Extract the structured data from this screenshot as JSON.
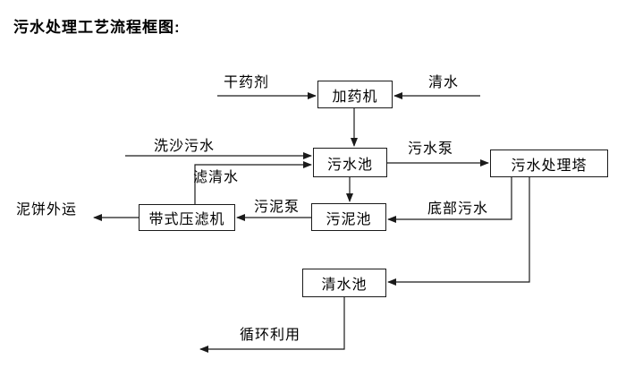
{
  "title": "污水处理工艺流程框图:",
  "diagram": {
    "nodes": {
      "dosing_machine": {
        "label": "加药机"
      },
      "sewage_pool": {
        "label": "污水池"
      },
      "treatment_tower": {
        "label": "污水处理塔"
      },
      "sludge_pool": {
        "label": "污泥池"
      },
      "belt_filter_press": {
        "label": "带式压滤机"
      },
      "clean_water_pool": {
        "label": "清水池"
      }
    },
    "flows": {
      "dry_agent": {
        "label": "干药剂"
      },
      "clean_water_in": {
        "label": "清水"
      },
      "sand_washing_sewage": {
        "label": "洗沙污水"
      },
      "filtered_clean_water": {
        "label": "滤清水"
      },
      "sewage_pump": {
        "label": "污水泵"
      },
      "sludge_pump": {
        "label": "污泥泵"
      },
      "bottom_sewage": {
        "label": "底部污水"
      },
      "mud_cake_outbound": {
        "label": "泥饼外运"
      },
      "recycle_use": {
        "label": "循环利用"
      }
    },
    "colors": {
      "line": "#1a1a1a",
      "text": "#000000",
      "background": "#ffffff"
    }
  }
}
